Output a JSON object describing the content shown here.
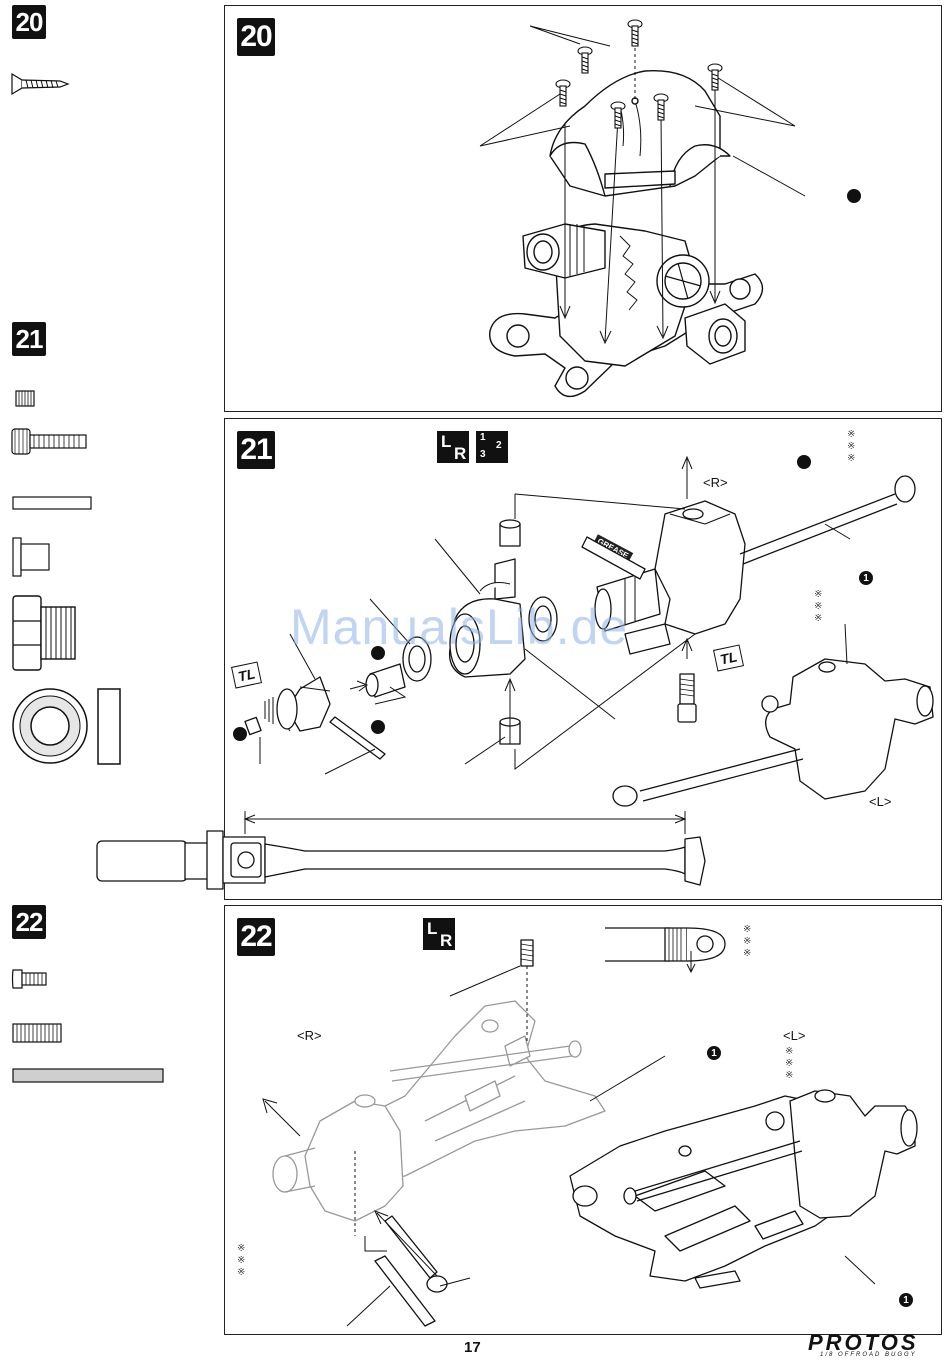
{
  "steps": {
    "s20": {
      "number": "20"
    },
    "s21": {
      "number": "21"
    },
    "s22": {
      "number": "22"
    }
  },
  "labels": {
    "r": "<R>",
    "l": "<L>",
    "grease": "GREASE",
    "tl": "TL",
    "lr_l": "L",
    "lr_r": "R",
    "note_mark": "※",
    "circled_one": "1",
    "seq_1": "1",
    "seq_2": "2",
    "seq_3": "3"
  },
  "watermark": "ManualsLib.de",
  "footer": {
    "page_number": "17",
    "logo": "PROTOS",
    "logo_sub": "1/8 OFFROAD BUGGY"
  }
}
